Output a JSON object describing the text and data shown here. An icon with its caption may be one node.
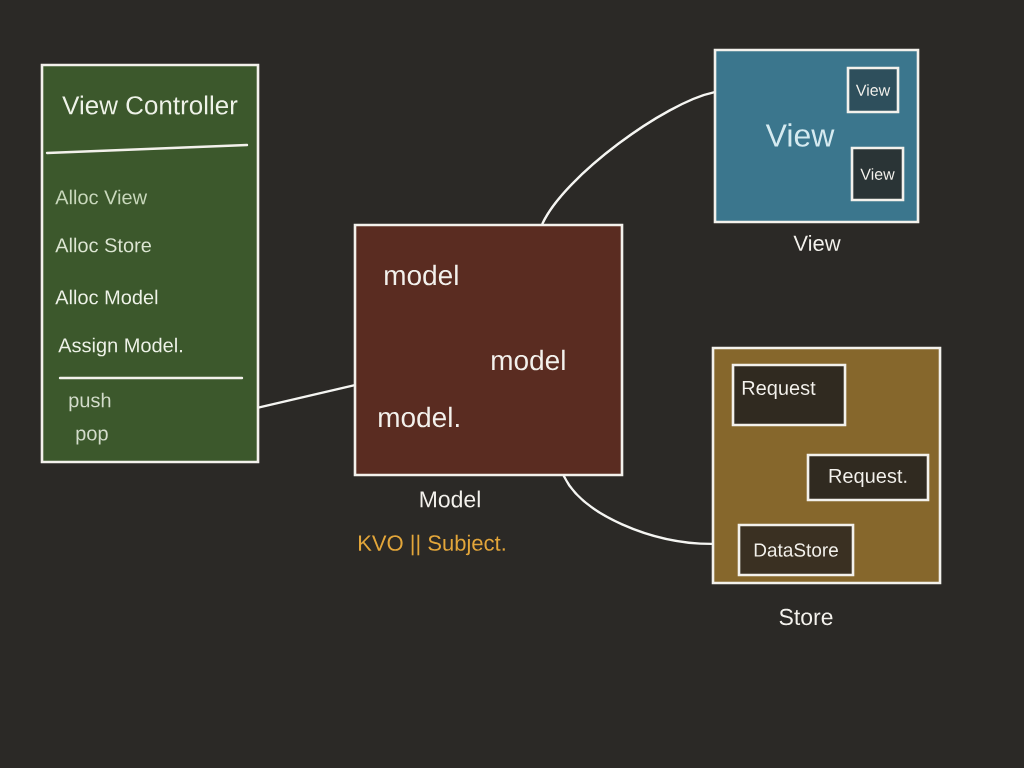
{
  "diagram": {
    "nodes": [
      {
        "text": [
          "View Controller",
          "Alloc View",
          "Alloc Store",
          "Alloc Model",
          "Assign Model.",
          "push",
          "pop"
        ]
      },
      {
        "text": [
          "model",
          "model",
          "model.",
          "Model"
        ],
        "beside": [
          "KVO || Subject."
        ]
      },
      {
        "text": [
          "View",
          "View"
        ]
      },
      {
        "text": [
          "View"
        ],
        "in": 2
      },
      {
        "text": [
          "View"
        ],
        "in": 2
      },
      {
        "text": [
          "Store"
        ]
      },
      {
        "text": [
          "Request"
        ],
        "in": 5
      },
      {
        "text": [
          "Request."
        ],
        "in": 5
      },
      {
        "text": [
          "DataStore"
        ],
        "in": 5
      }
    ],
    "edges": [
      {
        "from": 0,
        "to": 1,
        "arrow": "none"
      },
      {
        "from": 1,
        "to": 2,
        "arrow": "none"
      },
      {
        "from": 1,
        "to": 5,
        "arrow": "none"
      }
    ]
  }
}
